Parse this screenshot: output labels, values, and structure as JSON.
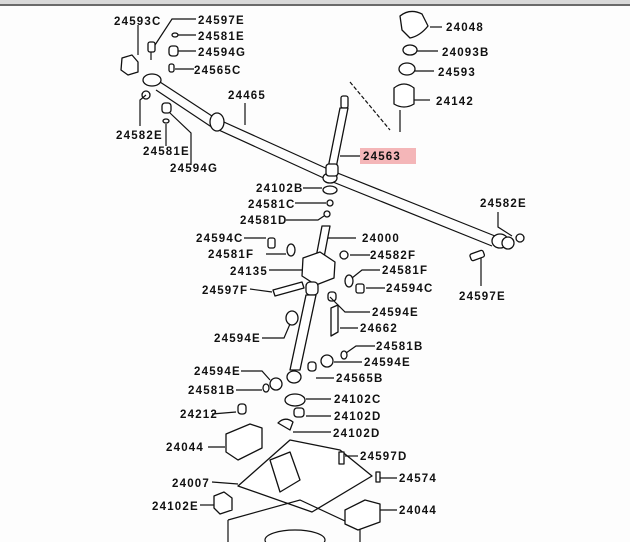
{
  "diagram": {
    "title": "Shift lever / gearshift control parts diagram",
    "highlight_color": "#f4b6b8",
    "highlighted_part": "24563",
    "labels": {
      "p24593C": "24593C",
      "p24597E_top": "24597E",
      "p24581E_top": "24581E",
      "p24594G_top": "24594G",
      "p24565C": "24565C",
      "p24465": "24465",
      "p24582E_left": "24582E",
      "p24581E_left": "24581E",
      "p24594G_left": "24594G",
      "p24048": "24048",
      "p24093B": "24093B",
      "p24593": "24593",
      "p24142": "24142",
      "p24563": "24563",
      "p24102B": "24102B",
      "p24581C": "24581C",
      "p24581D": "24581D",
      "p24594C_left": "24594C",
      "p24581F_left": "24581F",
      "p24135": "24135",
      "p24597F": "24597F",
      "p24000": "24000",
      "p24582F": "24582F",
      "p24581F_right": "24581F",
      "p24594C_right": "24594C",
      "p24582E_right": "24582E",
      "p24597E_right": "24597E",
      "p24594E_a": "24594E",
      "p24594E_b": "24594E",
      "p24662": "24662",
      "p24581B_right": "24581B",
      "p24594E_c": "24594E",
      "p24594E_d": "24594E",
      "p24565B": "24565B",
      "p24581B_left": "24581B",
      "p24102C": "24102C",
      "p24212": "24212",
      "p24102D_a": "24102D",
      "p24102D_b": "24102D",
      "p24044_left": "24044",
      "p24597D": "24597D",
      "p24574": "24574",
      "p24007": "24007",
      "p24102E": "24102E",
      "p24044_right": "24044"
    }
  }
}
